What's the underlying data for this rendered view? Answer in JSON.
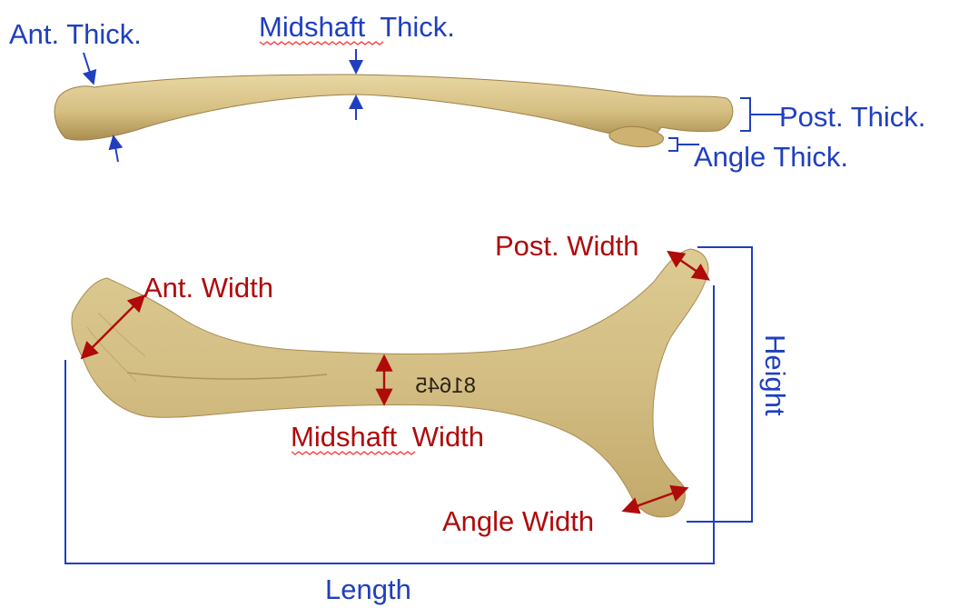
{
  "colors": {
    "thickness": "#1f3fbf",
    "width": "#b00a0a",
    "bone": "#d9c48a",
    "bone_shadow": "#b89c5a",
    "spellcheck": "#ff3b3b"
  },
  "top_view": {
    "labels": {
      "ant_thick": "Ant. Thick.",
      "midshaft_word": "Midshaft",
      "midshaft_thick": "Thick.",
      "post_thick": "Post. Thick.",
      "angle_thick": "Angle Thick."
    }
  },
  "side_view": {
    "labels": {
      "ant_width": "Ant. Width",
      "post_width": "Post. Width",
      "midshaft_word": "Midshaft",
      "midshaft_width": "Width",
      "angle_width": "Angle Width",
      "height": "Height",
      "length": "Length"
    },
    "specimen_number": "81645"
  }
}
